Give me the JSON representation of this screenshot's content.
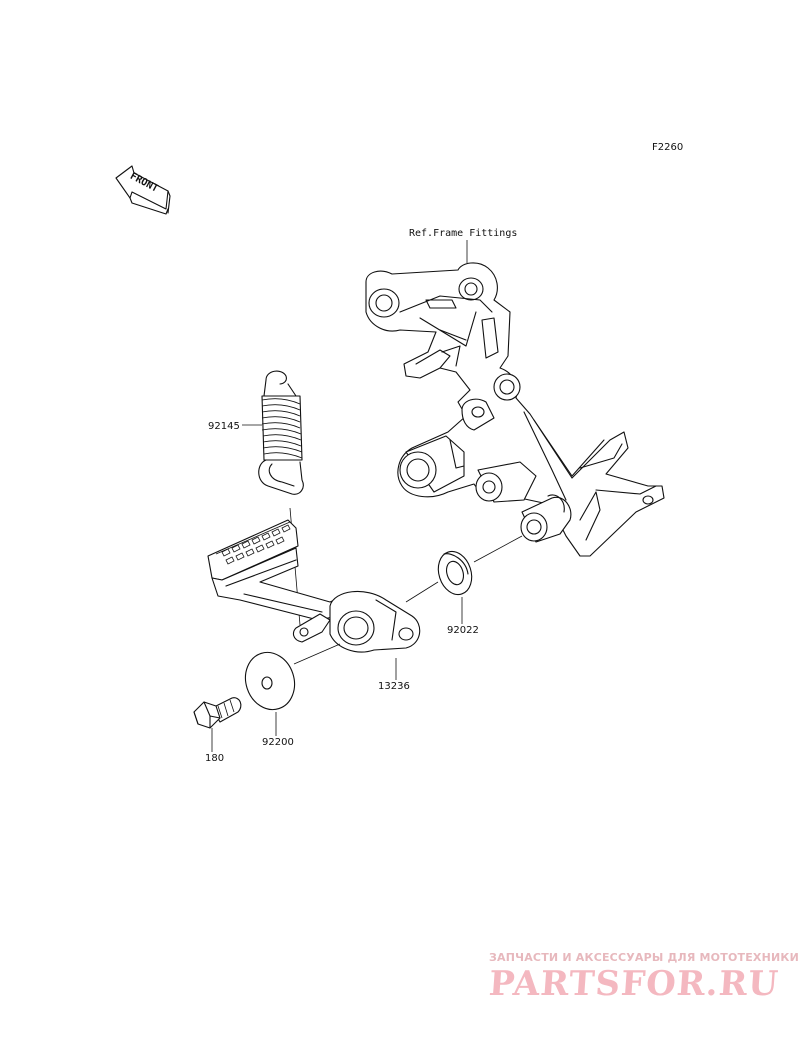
{
  "diagram_code": "F2260",
  "front_arrow_label": "FRONT",
  "ref_label": "Ref.Frame Fittings",
  "parts": [
    {
      "id": "p92145",
      "number": "92145"
    },
    {
      "id": "p92022",
      "number": "92022"
    },
    {
      "id": "p13236",
      "number": "13236"
    },
    {
      "id": "p92200",
      "number": "92200"
    },
    {
      "id": "p180",
      "number": "180"
    }
  ],
  "watermark": {
    "tagline": "ЗАПЧАСТИ И АКСЕССУАРЫ ДЛЯ МОТОТЕХНИКИ",
    "brand": "PARTSFOR.RU"
  }
}
